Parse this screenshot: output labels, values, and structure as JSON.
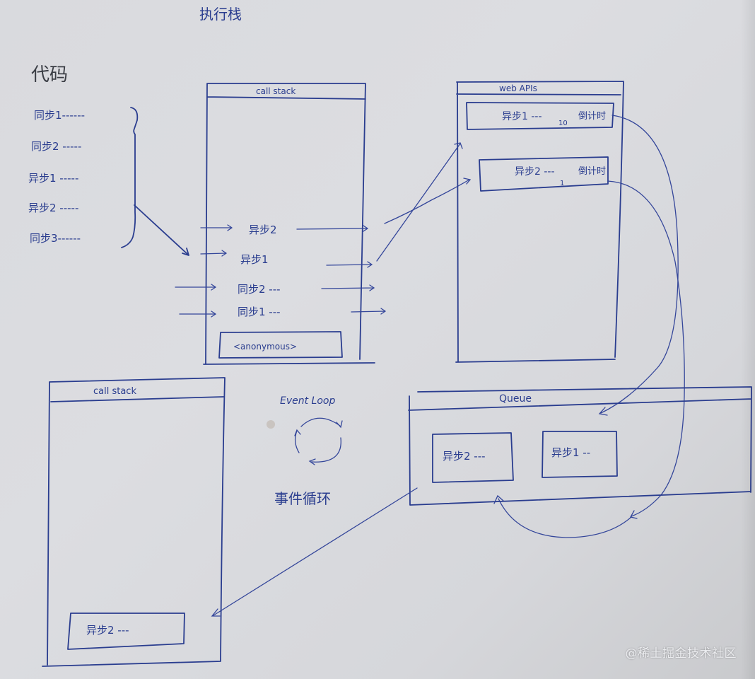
{
  "page_title": "执行栈",
  "code_section": {
    "title": "代码",
    "lines": [
      "同步1------",
      "同步2 -----",
      "异步1 -----",
      "异步2 -----",
      "同步3------"
    ]
  },
  "call_stack_top": {
    "header": "call stack",
    "frames": [
      "异步2",
      "异步1",
      "同步2 ---",
      "同步1 ---"
    ],
    "base_frame": "<anonymous>"
  },
  "web_apis": {
    "header": "web APIs",
    "tasks": [
      {
        "label": "异步1 ---",
        "delay": "10",
        "note": "倒计时"
      },
      {
        "label": "异步2 ---",
        "delay": "1",
        "note": "倒计时"
      }
    ]
  },
  "queue": {
    "header": "Queue",
    "items": [
      "异步2 ---",
      "异步1 --"
    ]
  },
  "event_loop": {
    "label_en": "Event Loop",
    "label_zh": "事件循环"
  },
  "call_stack_bottom": {
    "header": "call stack",
    "frames": [
      "异步2 ---"
    ]
  },
  "watermark": "@稀土掘金技术社区",
  "colors": {
    "ink": "#2a3d8f",
    "paper": "#dadbdf"
  }
}
